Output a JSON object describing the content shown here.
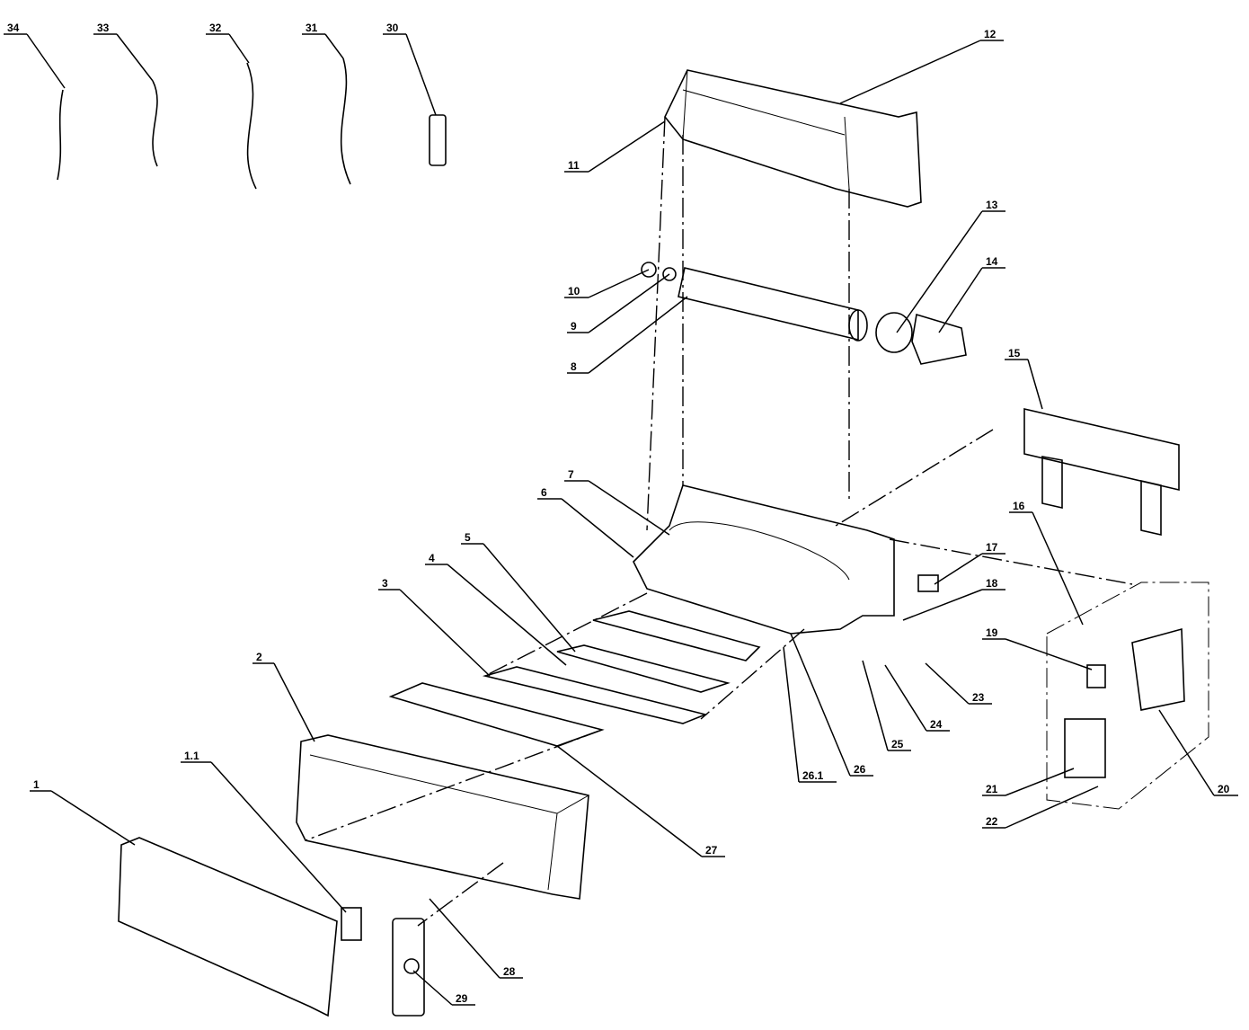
{
  "diagram": {
    "type": "exploded-parts-diagram",
    "parts": [
      {
        "label": "34"
      },
      {
        "label": "33"
      },
      {
        "label": "32"
      },
      {
        "label": "31"
      },
      {
        "label": "30"
      },
      {
        "label": "12"
      },
      {
        "label": "11"
      },
      {
        "label": "13"
      },
      {
        "label": "14"
      },
      {
        "label": "10"
      },
      {
        "label": "9"
      },
      {
        "label": "8"
      },
      {
        "label": "15"
      },
      {
        "label": "7"
      },
      {
        "label": "6"
      },
      {
        "label": "5"
      },
      {
        "label": "4"
      },
      {
        "label": "3"
      },
      {
        "label": "2"
      },
      {
        "label": "16"
      },
      {
        "label": "17"
      },
      {
        "label": "18"
      },
      {
        "label": "19"
      },
      {
        "label": "23"
      },
      {
        "label": "24"
      },
      {
        "label": "25"
      },
      {
        "label": "26"
      },
      {
        "label": "26.1"
      },
      {
        "label": "27"
      },
      {
        "label": "20"
      },
      {
        "label": "21"
      },
      {
        "label": "22"
      },
      {
        "label": "1.1"
      },
      {
        "label": "1"
      },
      {
        "label": "28"
      },
      {
        "label": "29"
      }
    ]
  }
}
